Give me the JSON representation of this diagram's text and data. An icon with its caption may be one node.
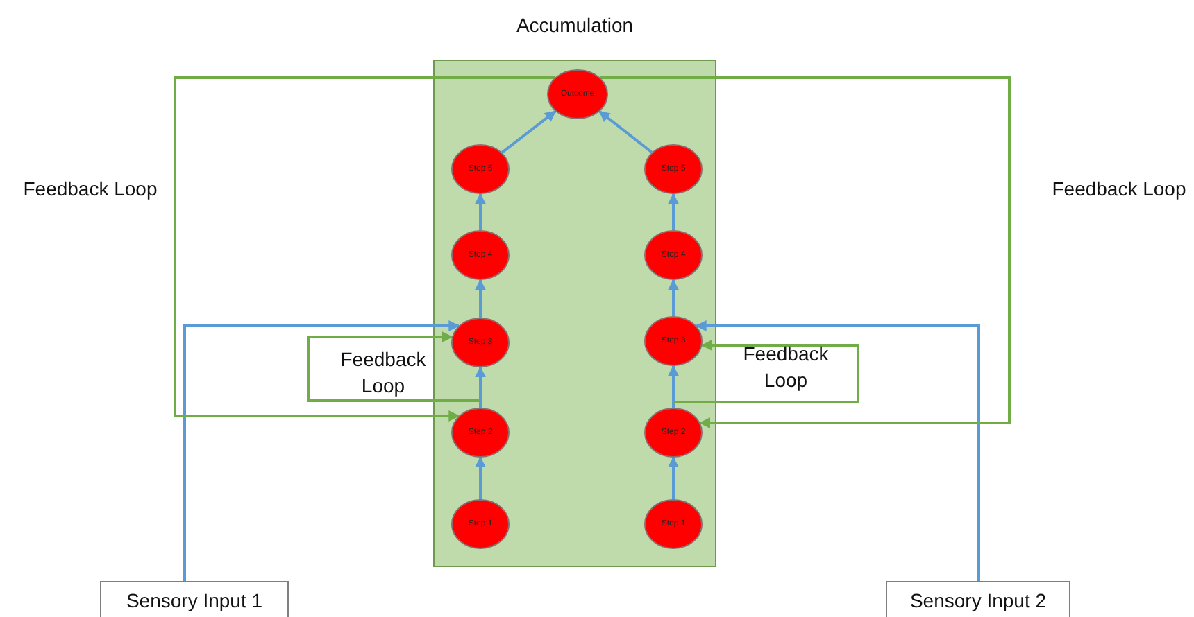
{
  "diagram": {
    "nodes": [
      {
        "text": [
          "Accumulation"
        ]
      },
      {
        "text": [
          "Outcome"
        ],
        "in": 0
      },
      {
        "text": [
          "Step 5"
        ],
        "in": 0
      },
      {
        "text": [
          "Step 5"
        ],
        "in": 0
      },
      {
        "text": [
          "Step 4"
        ],
        "in": 0
      },
      {
        "text": [
          "Step 4"
        ],
        "in": 0
      },
      {
        "text": [
          "Step 3"
        ],
        "in": 0
      },
      {
        "text": [
          "Step 3"
        ],
        "in": 0
      },
      {
        "text": [
          "Step 2"
        ],
        "in": 0
      },
      {
        "text": [
          "Step 2"
        ],
        "in": 0
      },
      {
        "text": [
          "Step 1"
        ],
        "in": 0
      },
      {
        "text": [
          "Step 1"
        ],
        "in": 0
      },
      {
        "text": [
          "Sensory Input 1"
        ]
      },
      {
        "text": [
          "Sensory Input 2"
        ]
      }
    ],
    "edges": [
      {
        "from": 10,
        "to": 8,
        "arrow": "to"
      },
      {
        "from": 8,
        "to": 6,
        "arrow": "to"
      },
      {
        "from": 6,
        "to": 4,
        "arrow": "to"
      },
      {
        "from": 4,
        "to": 2,
        "arrow": "to"
      },
      {
        "from": 2,
        "to": 1,
        "arrow": "to"
      },
      {
        "from": 11,
        "to": 9,
        "arrow": "to"
      },
      {
        "from": 9,
        "to": 7,
        "arrow": "to"
      },
      {
        "from": 7,
        "to": 5,
        "arrow": "to"
      },
      {
        "from": 5,
        "to": 3,
        "arrow": "to"
      },
      {
        "from": 3,
        "to": 1,
        "arrow": "to"
      },
      {
        "from": 12,
        "to": 6,
        "arrow": "to"
      },
      {
        "from": 13,
        "to": 7,
        "arrow": "to"
      },
      {
        "from": 1,
        "to": 8,
        "arrow": "to",
        "label": "Feedback Loop",
        "color": "#70ad47"
      },
      {
        "from": 1,
        "to": 9,
        "arrow": "to",
        "label": "Feedback Loop",
        "color": "#70ad47"
      },
      {
        "from": 8,
        "to": 6,
        "arrow": "to",
        "label": "Feedback Loop",
        "color": "#70ad47"
      },
      {
        "from": 9,
        "to": 7,
        "arrow": "to",
        "label": "Feedback Loop",
        "color": "#70ad47"
      }
    ]
  }
}
